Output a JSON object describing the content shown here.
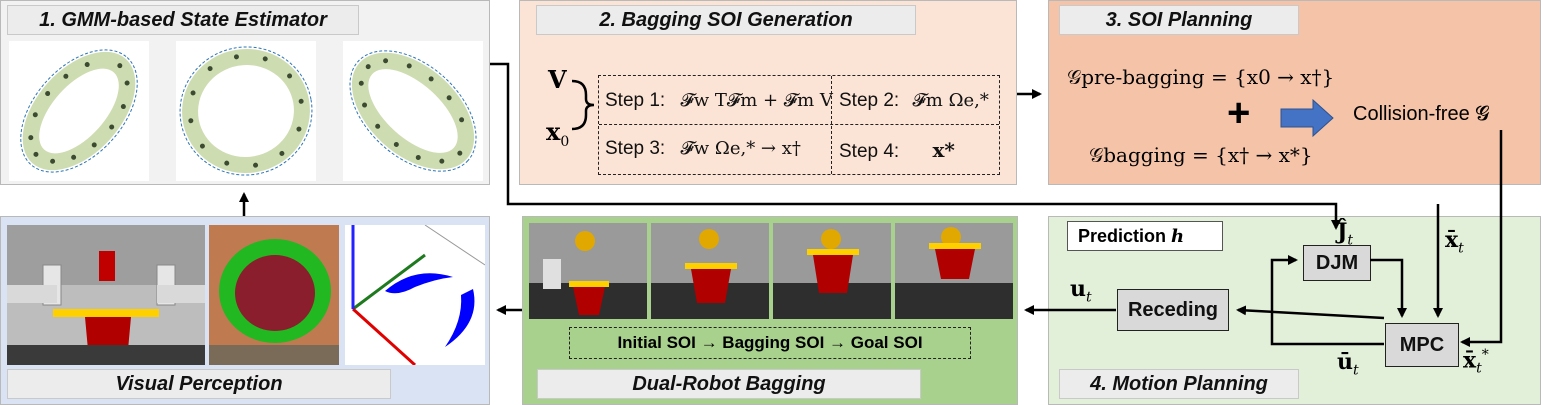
{
  "panels": {
    "state_estimator": {
      "title": "1. GMM-based State Estimator"
    },
    "soi_generation": {
      "title": "2. Bagging SOI Generation",
      "inputs": [
        "V",
        "x",
        "0"
      ],
      "steps": [
        {
          "label": "Step 1:",
          "formula": "𝓕w T𝓕m + 𝓕m V"
        },
        {
          "label": "Step 2:",
          "formula": "𝓕m Ωe,*"
        },
        {
          "label": "Step 3:",
          "formula": "𝓕w Ωe,* → x†"
        },
        {
          "label": "Step 4:",
          "formula": "x*"
        }
      ]
    },
    "soi_planning": {
      "title": "3. SOI Planning",
      "line1": "𝒢pre-bagging = {x0 → x†}",
      "plus": "+",
      "line2": "𝒢bagging = {x† → x*}",
      "result": "Collision-free 𝓖"
    },
    "visual_perception": {
      "title": "Visual Perception"
    },
    "dual_robot": {
      "title": "Dual-Robot Bagging",
      "sequence": "Initial SOI → Bagging SOI → Goal SOI"
    },
    "motion_planning": {
      "title": "4. Motion Planning",
      "prediction": "Prediction",
      "prediction_var": "h",
      "djm": "DJM",
      "receding": "Receding",
      "mpc": "MPC",
      "signals": {
        "u": "u",
        "u_bar": "ū",
        "j_hat": "Ĵ",
        "x_bar": "x̄",
        "x_star": "x̄",
        "sub_t": "t",
        "star": "*"
      }
    }
  },
  "colors": {
    "soi_bg": "#fbe3d5",
    "planning_bg": "#f5c4a8",
    "perception_bg": "#dae3f3",
    "bagging_bg": "#a9d18e",
    "motion_bg": "#e2efd9",
    "ring_fill": "#c9d8a9",
    "arrow_blue": "#4472c4"
  }
}
